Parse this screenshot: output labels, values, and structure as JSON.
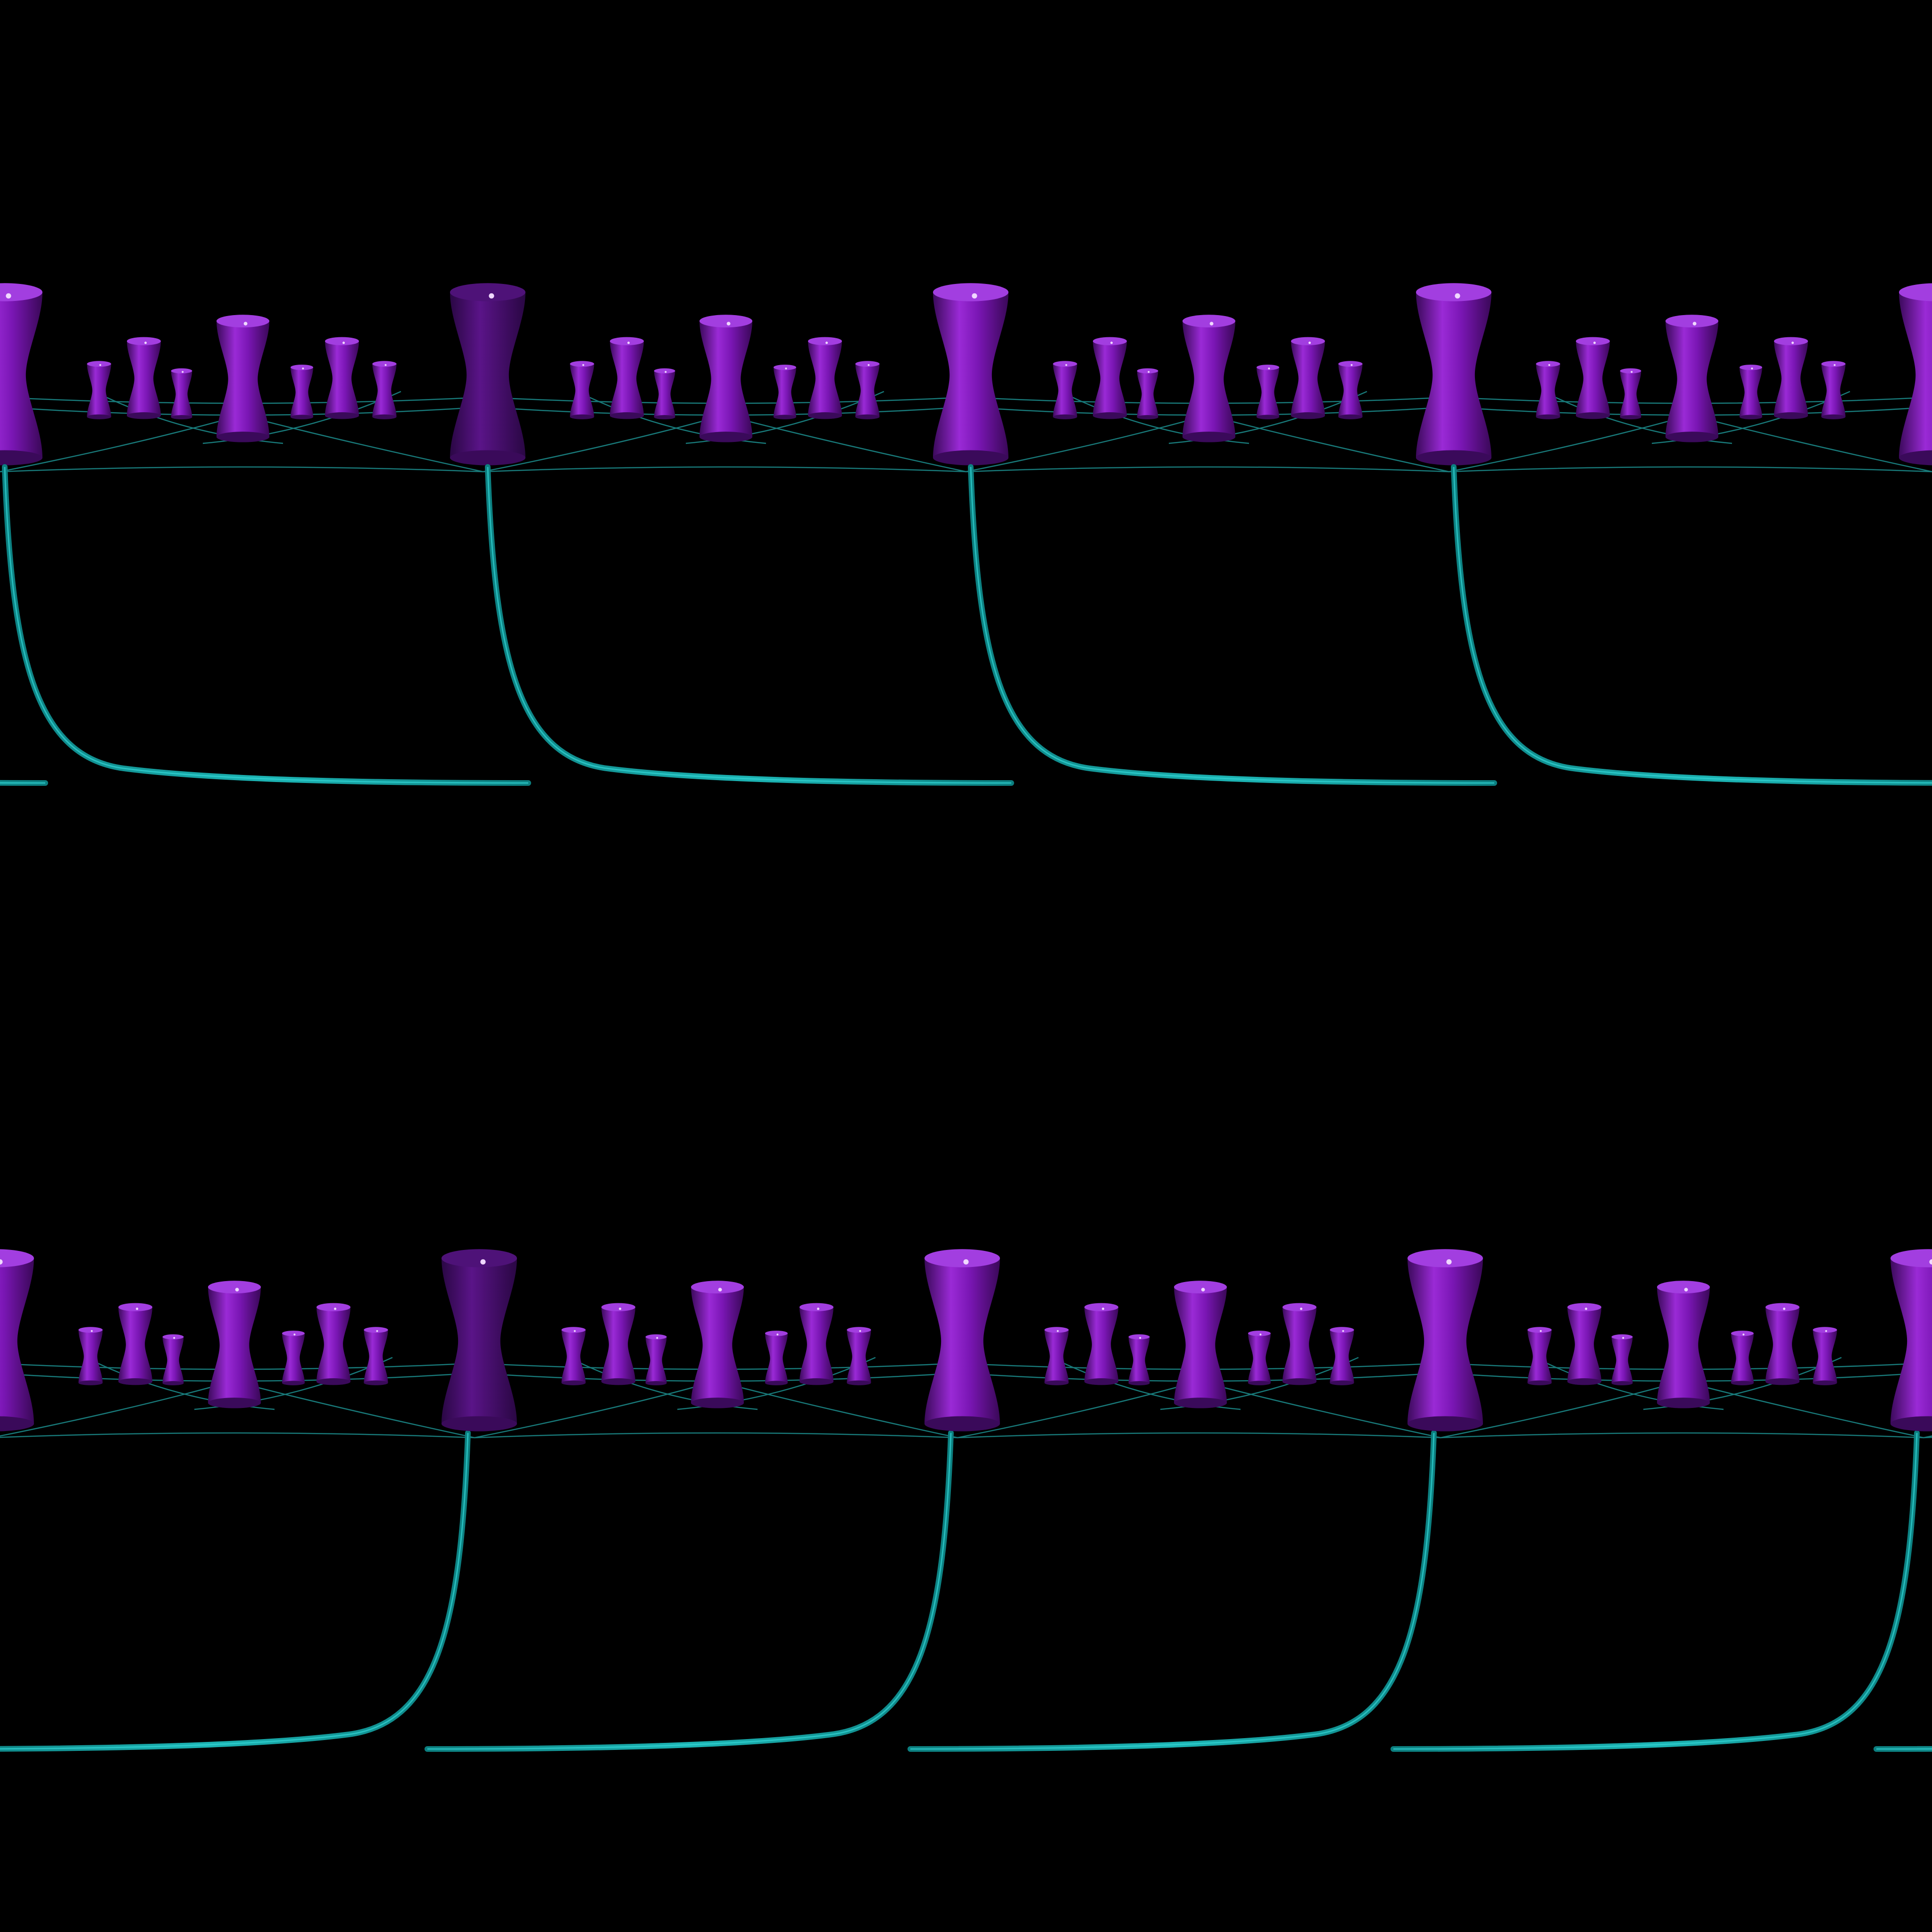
{
  "scene": {
    "background_color": "#000000",
    "object_color": "#8a1fc4",
    "object_dark_color": "#4a0f70",
    "curve_color": "#1aa6a6",
    "grid_color": "#1d8f8f",
    "tile_rows": 2,
    "tiles_per_row": 4,
    "bottom_row_curve_mirrored": true,
    "objects": [
      {
        "name": "hourglass-large",
        "scale": 1.0
      },
      {
        "name": "hourglass-tiny",
        "scale": 0.32
      },
      {
        "name": "hourglass-small",
        "scale": 0.45
      },
      {
        "name": "hourglass-tiny",
        "scale": 0.28
      },
      {
        "name": "hourglass-medium",
        "scale": 0.7
      },
      {
        "name": "hourglass-tiny",
        "scale": 0.3
      },
      {
        "name": "hourglass-small",
        "scale": 0.45
      },
      {
        "name": "hourglass-tiny",
        "scale": 0.32
      }
    ]
  }
}
